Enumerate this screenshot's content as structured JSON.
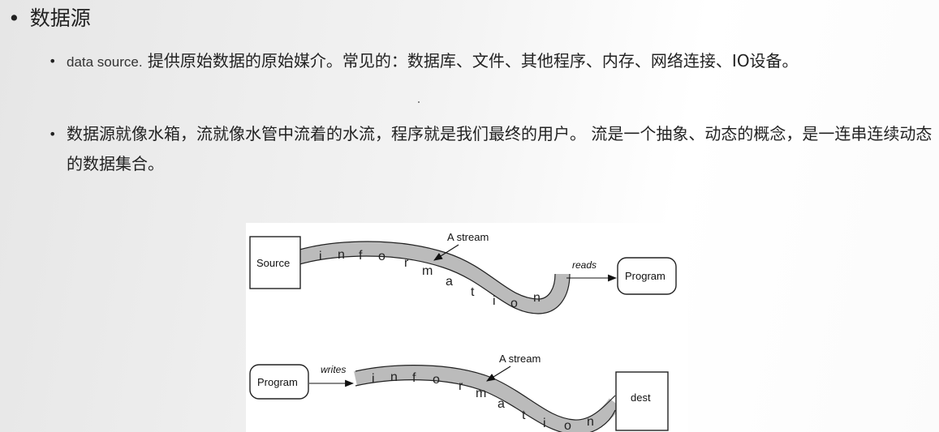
{
  "heading": {
    "bullet": "•",
    "title": "数据源"
  },
  "bullets": [
    {
      "marker": "•",
      "latin_prefix": "data source.",
      "text": " 提供原始数据的原始媒介。常见的：数据库、文件、其他程序、内存、网络连接、IO设备。"
    },
    {
      "marker": "•",
      "text": "数据源就像水箱，流就像水管中流着的水流，程序就是我们最终的用户。 流是一个抽象、动态的概念，是一连串连续动态的数据集合。"
    }
  ],
  "figure": {
    "top": {
      "source_label": "Source",
      "stream_label": "A stream",
      "action_label": "reads",
      "program_label": "Program",
      "letters": [
        "i",
        "n",
        "f",
        "o",
        "r",
        "m",
        "a",
        "t",
        "i",
        "o",
        "n"
      ]
    },
    "bottom": {
      "program_label": "Program",
      "action_label": "writes",
      "stream_label": "A stream",
      "dest_label": "dest",
      "letters": [
        "i",
        "n",
        "f",
        "o",
        "r",
        "m",
        "a",
        "t",
        "i",
        "o",
        "n"
      ]
    }
  }
}
